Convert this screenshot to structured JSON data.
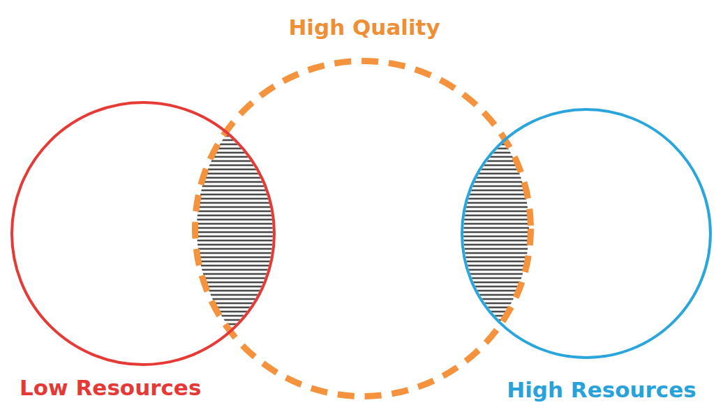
{
  "diagram": {
    "nodes": [
      {
        "text": [
          "High Quality"
        ]
      },
      {
        "text": [
          "Low Resources"
        ]
      },
      {
        "text": [
          "High Resources"
        ]
      }
    ]
  }
}
